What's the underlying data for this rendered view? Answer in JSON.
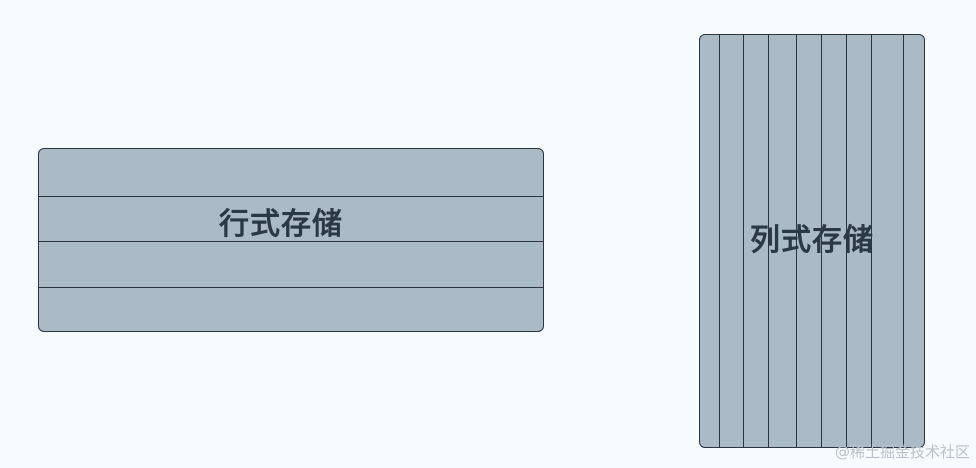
{
  "diagram": {
    "row_storage": {
      "label": "行式存储",
      "row_count": 4
    },
    "column_storage": {
      "label": "列式存储",
      "column_count": 9
    },
    "colors": {
      "background": "#f6fbfd",
      "block_fill": "#aabac6",
      "stroke": "#2b3440",
      "text": "#2b3845"
    }
  },
  "watermark": "@稀土掘金技术社区"
}
